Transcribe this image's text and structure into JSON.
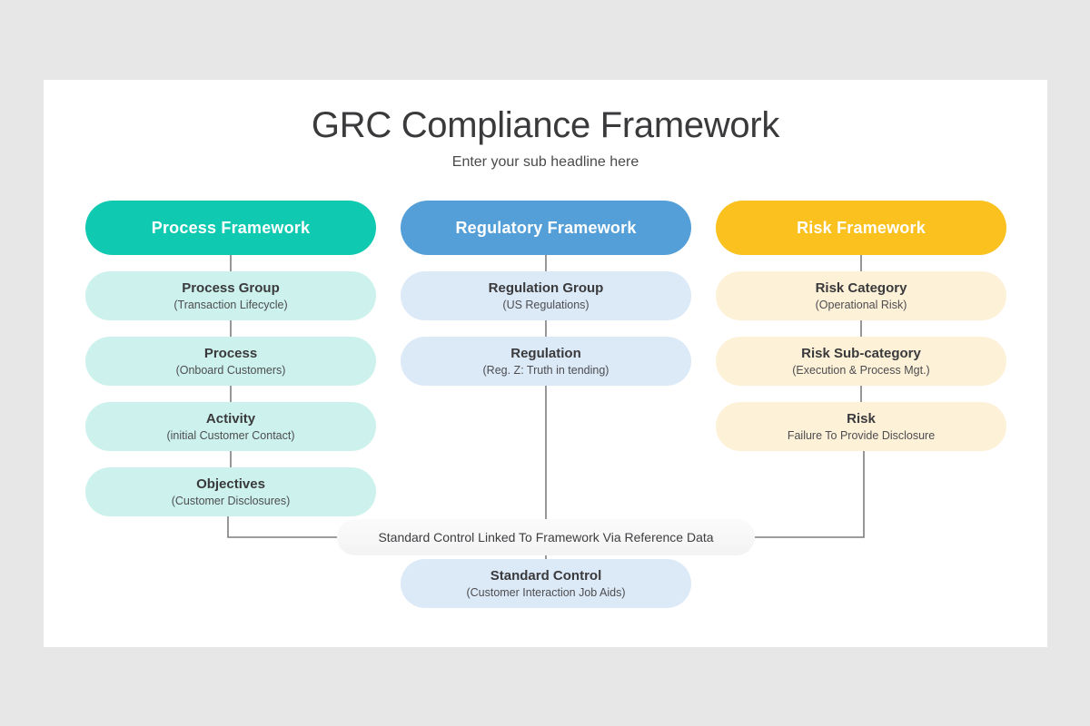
{
  "theme": {
    "background": "#e8e7e8",
    "card_background": "#ffffff",
    "teal": "#0fc9b0",
    "teal_light": "#cdf2ed",
    "blue": "#559fd8",
    "blue_light": "#dce9f7",
    "amber": "#fbc11e",
    "amber_light": "#fdf1d8",
    "connector": "#7d7d80",
    "title_color": "#3a3a3c"
  },
  "header": {
    "title": "GRC Compliance Framework",
    "subtitle": "Enter your sub headline here"
  },
  "columns": [
    {
      "id": "process",
      "header": "Process Framework",
      "nodes": [
        {
          "title": "Process Group",
          "sub": "(Transaction Lifecycle)"
        },
        {
          "title": "Process",
          "sub": "(Onboard Customers)"
        },
        {
          "title": "Activity",
          "sub": "(initial Customer Contact)"
        },
        {
          "title": "Objectives",
          "sub": "(Customer Disclosures)"
        }
      ]
    },
    {
      "id": "regulatory",
      "header": "Regulatory Framework",
      "nodes": [
        {
          "title": "Regulation Group",
          "sub": "(US Regulations)"
        },
        {
          "title": "Regulation",
          "sub": "(Reg. Z: Truth in tending)"
        }
      ]
    },
    {
      "id": "risk",
      "header": "Risk Framework",
      "nodes": [
        {
          "title": "Risk Category",
          "sub": "(Operational Risk)"
        },
        {
          "title": "Risk Sub-category",
          "sub": "(Execution & Process Mgt.)"
        },
        {
          "title": "Risk",
          "sub": "Failure To Provide Disclosure"
        }
      ]
    }
  ],
  "link_pill": {
    "label": "Standard Control Linked To Framework Via Reference Data"
  },
  "standard_control": {
    "title": "Standard Control",
    "sub": "(Customer Interaction Job Aids)"
  }
}
